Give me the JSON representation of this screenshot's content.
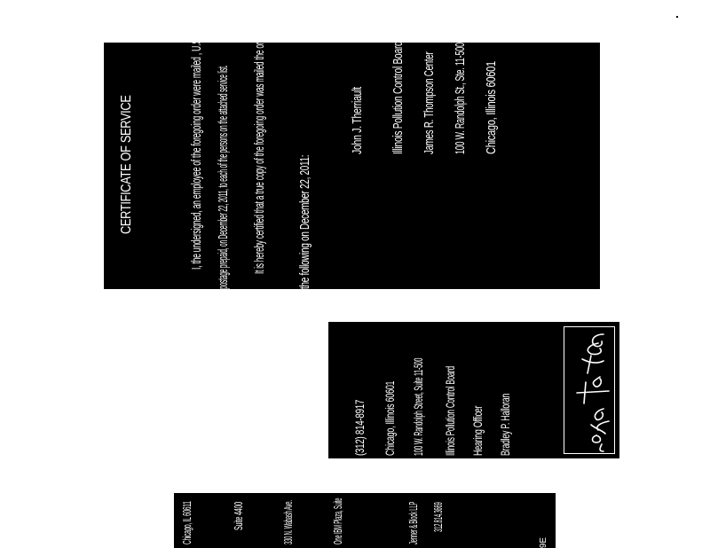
{
  "certificate": {
    "title": "CERTIFICATE OF SERVICE",
    "body_lines": [
      "I, the undersigned, an employee of the foregoing order were mailed , U.S.",
      "postage prepaid, on December 22, 2011, to each of the persons on the attached service list.",
      "It is hereby certified that a true copy of the foregoing order was mailed the order to",
      "the following on December 22, 2011:"
    ],
    "addressee": [
      "John J. Therriault",
      "Illinois Pollution Control Board",
      "James R. Thompson Center",
      "100 W. Randolph St., Ste. 11-500",
      "Chicago, Illinois 60601"
    ]
  },
  "signature_block": {
    "signature_text": "Bradley P. Halloran",
    "lines": [
      "Bradley P. Halloran",
      "Hearing Officer",
      "Illinois Pollution Control Board",
      "100 W. Randolph Street, Suite 11-500",
      "Chicago, Illinois 60601",
      "(312) 814-8917"
    ]
  },
  "bottom_fragment": {
    "lines": [
      "312.814.3669",
      "Jenner & Block LLP",
      "One IBM Plaza, Suite",
      "330 N. Wabash Ave.",
      "Suite 4400",
      "Chicago, IL 60611"
    ],
    "tail_mark": "9E"
  }
}
